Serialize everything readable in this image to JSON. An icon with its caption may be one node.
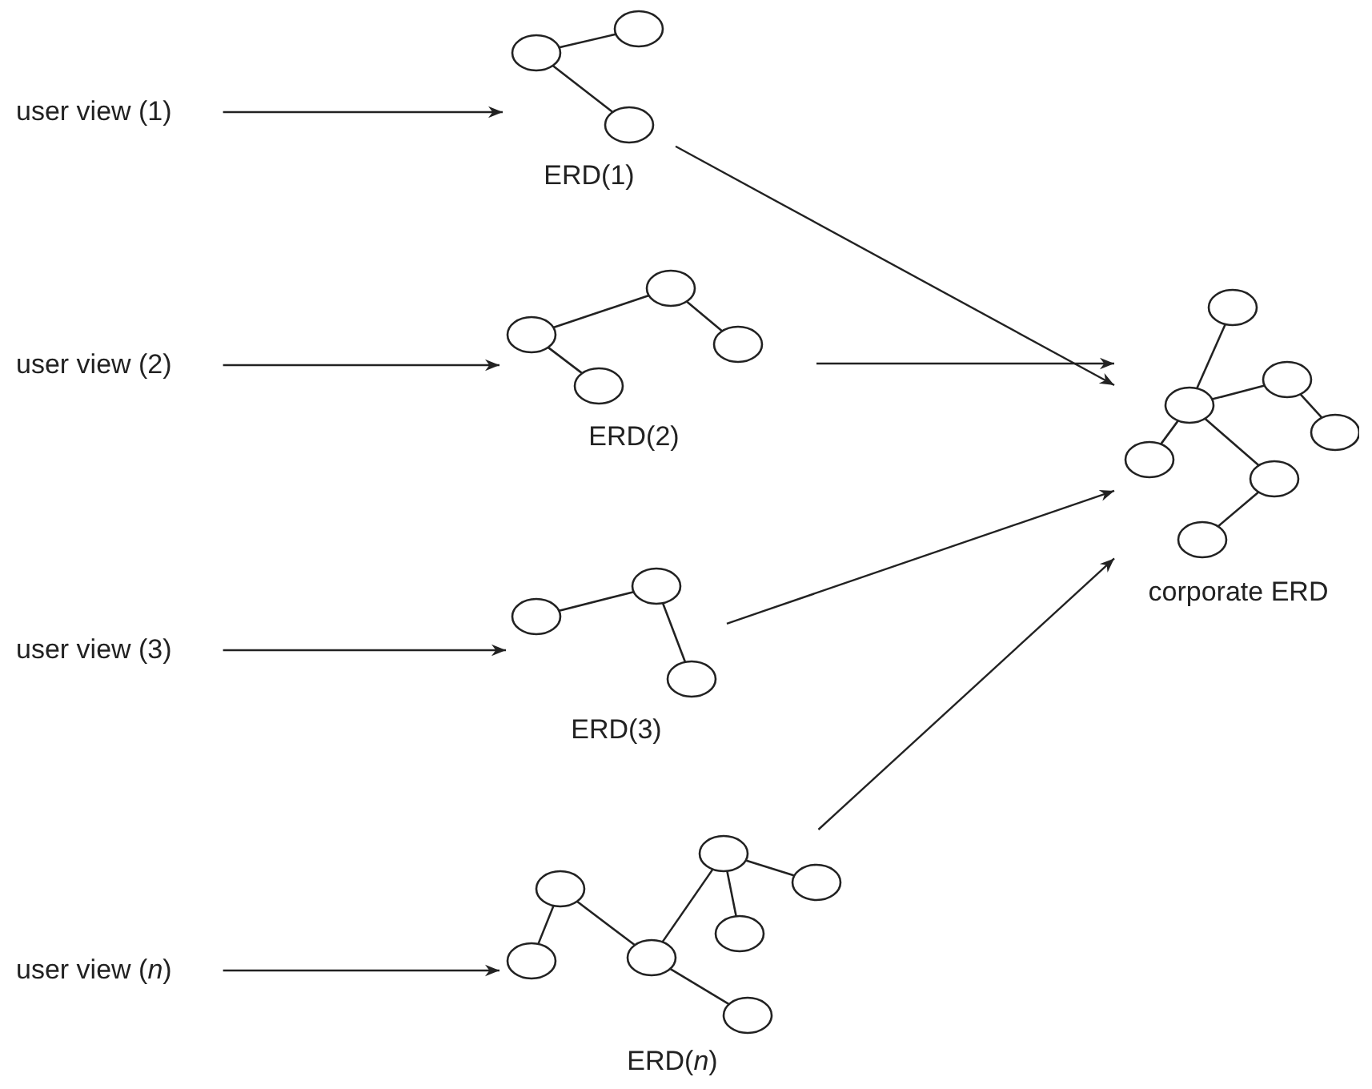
{
  "diagram": {
    "nodes": [
      {
        "text": [
          "user view (1)"
        ]
      },
      {
        "text": [
          "user view (2)"
        ]
      },
      {
        "text": [
          "user view (3)"
        ]
      },
      {
        "text": [
          "user view (*n*)"
        ]
      },
      {
        "text": [
          "ERD(1)"
        ]
      },
      {
        "text": [
          "ERD(2)"
        ]
      },
      {
        "text": [
          "ERD(3)"
        ]
      },
      {
        "text": [
          "ERD(*n*)"
        ]
      },
      {
        "text": [
          "corporate ERD"
        ]
      }
    ],
    "edges": [
      {
        "from": 0,
        "to": 4,
        "arrow": "to"
      },
      {
        "from": 1,
        "to": 5,
        "arrow": "to"
      },
      {
        "from": 2,
        "to": 6,
        "arrow": "to"
      },
      {
        "from": 3,
        "to": 7,
        "arrow": "to"
      },
      {
        "from": 4,
        "to": 8,
        "arrow": "to"
      },
      {
        "from": 5,
        "to": 8,
        "arrow": "to"
      },
      {
        "from": 6,
        "to": 8,
        "arrow": "to"
      },
      {
        "from": 7,
        "to": 8,
        "arrow": "to"
      }
    ]
  }
}
